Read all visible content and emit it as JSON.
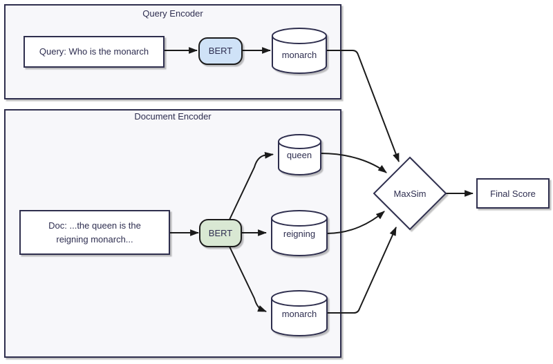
{
  "diagram": {
    "query_encoder": {
      "title": "Query Encoder",
      "query_box_label": "Query: Who is the monarch",
      "bert_label": "BERT",
      "token": "monarch"
    },
    "document_encoder": {
      "title": "Document Encoder",
      "doc_box_line1": "Doc: ...the queen is the",
      "doc_box_line2": "reigning monarch...",
      "bert_label": "BERT",
      "tokens": [
        "queen",
        "reigning",
        "monarch"
      ]
    },
    "maxsim_label": "MaxSim",
    "final_score_label": "Final Score",
    "colors": {
      "container_fill": "#f7f7fa",
      "shape_fill": "#ffffff",
      "shape_stroke": "#2d2d4e",
      "query_bert_fill": "#cfe2f7",
      "doc_bert_fill": "#d9e8d3",
      "bert_stroke": "#1f1f1f",
      "arrow_color": "#1a1a1a"
    }
  }
}
